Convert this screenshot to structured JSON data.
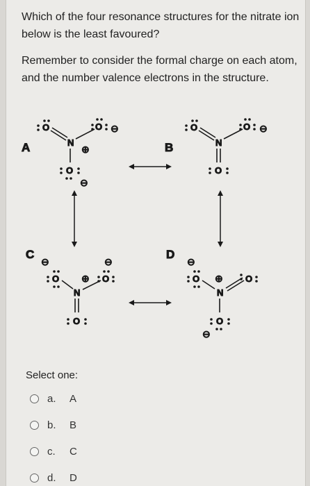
{
  "question": {
    "line1": "Which of the four resonance structures for the nitrate ion below is the least favoured?",
    "line2": "Remember to consider the formal charge on each atom, and the number valence electrons in the structure."
  },
  "structures": {
    "labels": [
      "A",
      "B",
      "C",
      "D"
    ],
    "atom_O": "O",
    "atom_N": "N",
    "minus": "⊖",
    "plus": "⊕"
  },
  "answer": {
    "prompt": "Select one:",
    "options": [
      {
        "letter": "a.",
        "text": "A"
      },
      {
        "letter": "b.",
        "text": "B"
      },
      {
        "letter": "c.",
        "text": "C"
      },
      {
        "letter": "d.",
        "text": "D"
      }
    ]
  }
}
